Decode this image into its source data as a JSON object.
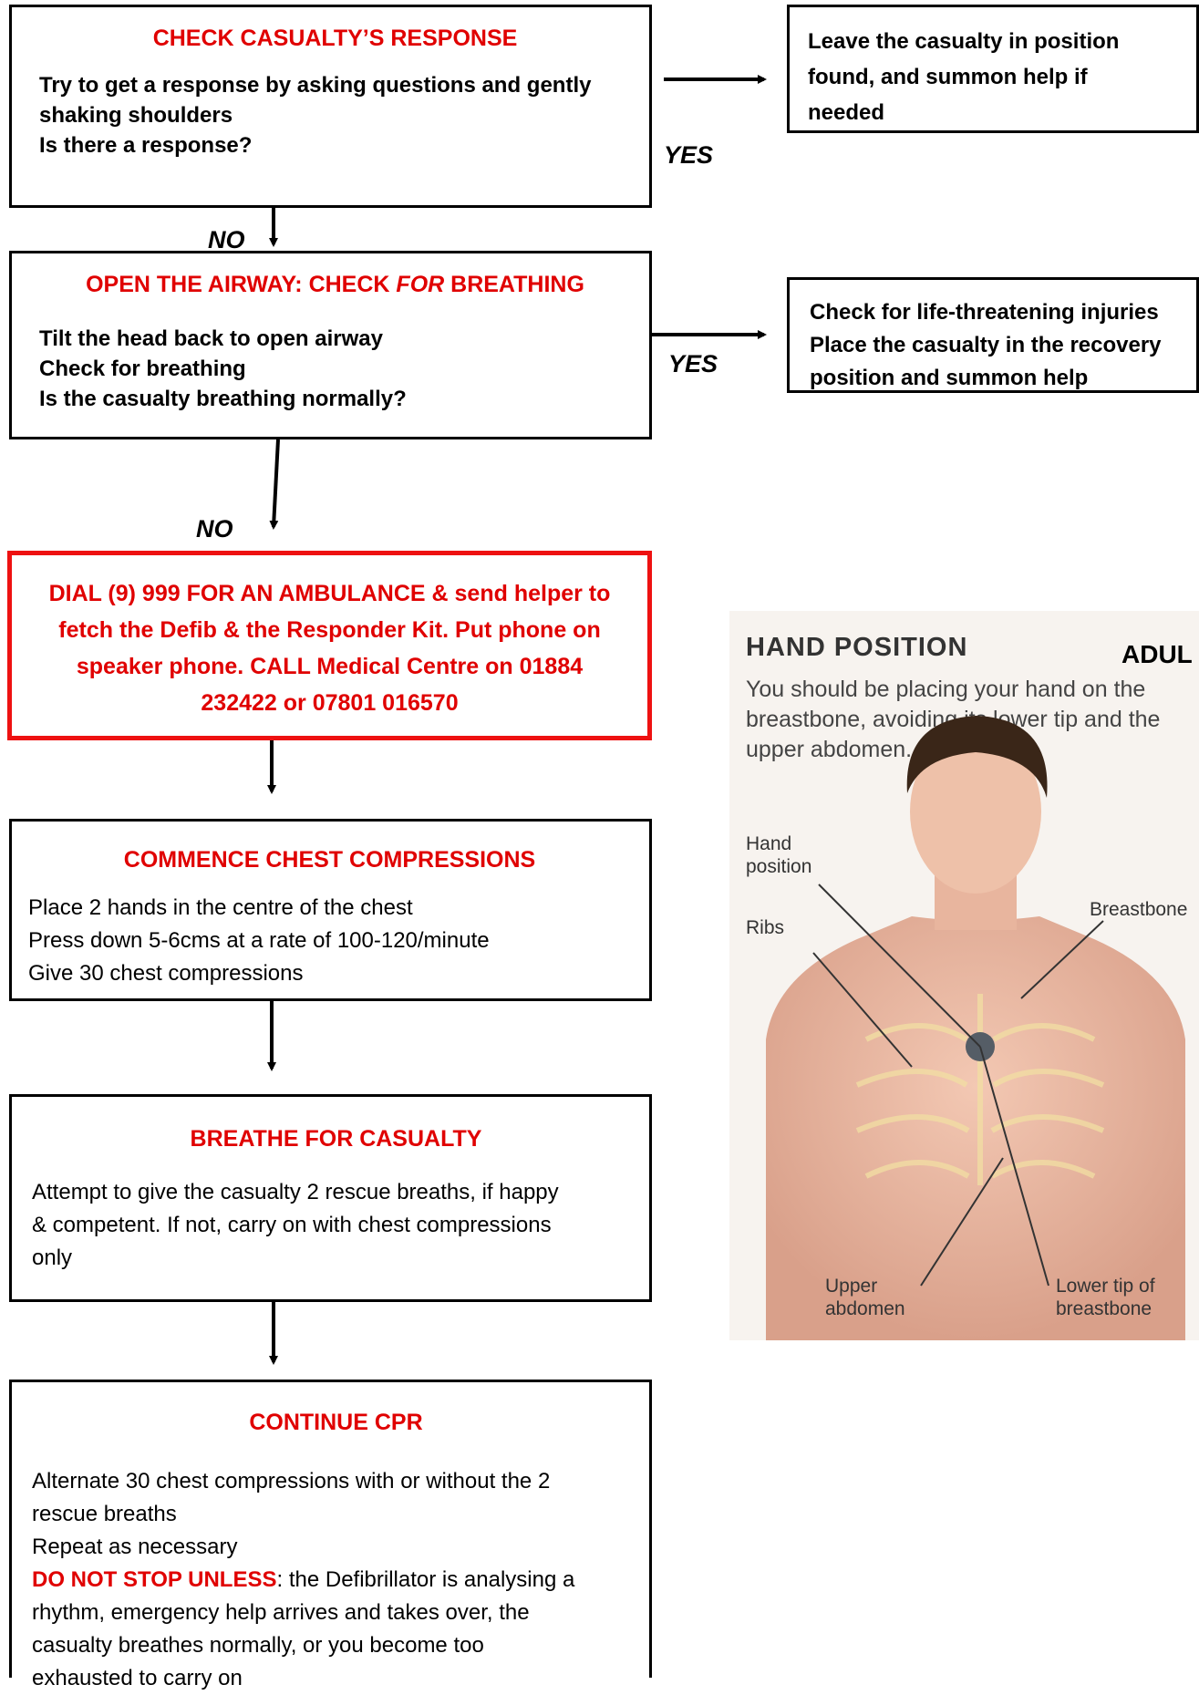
{
  "steps": {
    "response": {
      "title": "CHECK CASUALTY’S RESPONSE",
      "lines": [
        "Try to get a response by asking questions and gently",
        "shaking shoulders",
        "Is there a response?"
      ]
    },
    "response_yes": {
      "lines": [
        "Leave the casualty in position",
        "found, and summon help if",
        "needed"
      ]
    },
    "airway": {
      "title_pre": "OPEN THE AIRWAY: CHECK ",
      "title_em": "FOR",
      "title_post": " BREATHING",
      "lines": [
        "Tilt the head back to open airway",
        "Check for breathing",
        "Is the casualty breathing normally?"
      ]
    },
    "airway_yes": {
      "lines": [
        "Check for life-threatening injuries",
        "Place the casualty in the recovery",
        "position and summon help"
      ]
    },
    "dial": {
      "lines": [
        "DIAL (9) 999 FOR AN AMBULANCE & send helper to",
        "fetch the Defib & the Responder Kit. Put phone on",
        "speaker phone. CALL Medical Centre on 01884",
        "232422 or 07801 016570"
      ]
    },
    "compressions": {
      "title": "COMMENCE CHEST COMPRESSIONS",
      "lines": [
        "Place 2 hands in the centre of the chest",
        "Press down 5-6cms at a rate of 100-120/minute",
        "Give 30 chest compressions"
      ]
    },
    "breathe": {
      "title": "BREATHE FOR CASUALTY",
      "lines": [
        "Attempt to give the casualty 2 rescue breaths, if happy",
        "& competent. If not, carry on with chest compressions",
        "only"
      ]
    },
    "continue": {
      "title": "CONTINUE CPR",
      "lines": [
        "Alternate 30 chest compressions with or without the 2",
        "rescue breaths",
        "Repeat as necessary"
      ],
      "dont_stop_label": "DO NOT STOP UNLESS",
      "dont_stop_lines": [
        ": the Defibrillator is analysing a",
        "rhythm, emergency help arrives and takes over, the",
        "casualty breathes normally, or you become too",
        "exhausted to carry on"
      ]
    }
  },
  "labels": {
    "yes": "YES",
    "no": "NO"
  },
  "hand_position": {
    "title": "HAND POSITION",
    "adult": "ADUL",
    "description": "You should be placing your hand on the breastbone, avoiding its lower tip and the upper abdomen.",
    "annotations": {
      "hand_position": [
        "Hand",
        "position"
      ],
      "ribs": "Ribs",
      "breastbone": "Breastbone",
      "upper_abdomen": [
        "Upper",
        "abdomen"
      ],
      "lower_tip": [
        "Lower tip of",
        "breastbone"
      ]
    }
  },
  "colors": {
    "heading_red": "#e00000",
    "dial_border": "#ee1111"
  }
}
